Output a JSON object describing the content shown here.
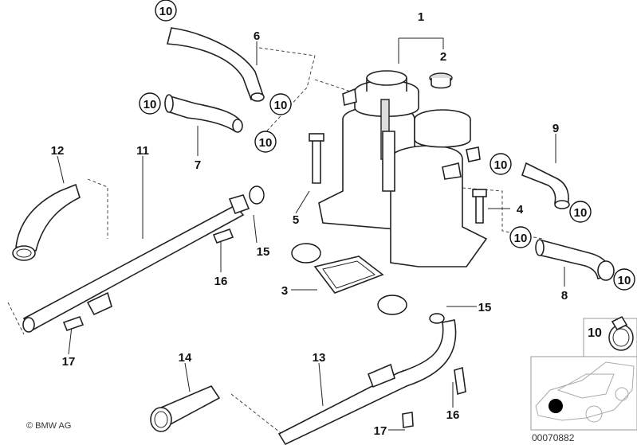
{
  "diagram": {
    "callouts": {
      "c1": "1",
      "c2": "2",
      "c3": "3",
      "c4": "4",
      "c5": "5",
      "c6": "6",
      "c7": "7",
      "c8": "8",
      "c9": "9",
      "c11": "11",
      "c12": "12",
      "c13": "13",
      "c14": "14",
      "c15a": "15",
      "c15b": "15",
      "c16a": "16",
      "c16b": "16",
      "c17a": "17",
      "c17b": "17"
    },
    "clamp_label": "10",
    "inset_label": "10",
    "copyright": "© BMW AG",
    "drawing_number": "00070882",
    "highlight_color": "#000000"
  }
}
